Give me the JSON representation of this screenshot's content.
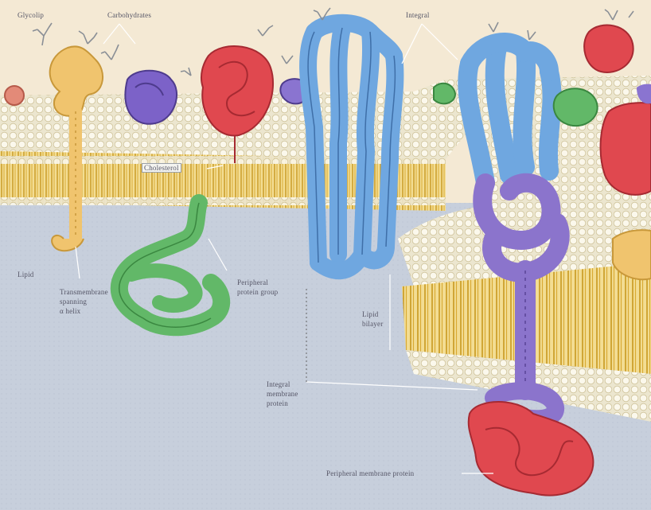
{
  "colors": {
    "extracellular": "#f5ead6",
    "cytoplasm": "#c6cfdd",
    "lipid_head": "#f6f1e0",
    "lipid_tail": "#d9a934",
    "protein_blue": "#6fa7e0",
    "protein_purple": "#8b74cc",
    "protein_red": "#e0484f",
    "protein_green": "#62b868",
    "protein_yellow": "#f0c46e",
    "carbohydrate": "#8a8f96"
  },
  "labels": {
    "glycolipid": "Glycolip",
    "carbohydrates": "Carbohydrates",
    "glycoproteins": "Integral",
    "cholesterol": "Cholesterol",
    "lipid_tail_left": "Lipid",
    "helix_protein_1": "Transmembrane",
    "helix_protein_2": "spanning",
    "helix_protein_3": "α helix",
    "peripheral_1": "Peripheral",
    "peripheral_2": "protein group",
    "lipid_bilayer_1": "Lipid",
    "lipid_bilayer_2": "bilayer",
    "integral_1": "Integral",
    "integral_2": "membrane",
    "integral_3": "protein",
    "peripheral_bottom": "Peripheral membrane protein"
  }
}
